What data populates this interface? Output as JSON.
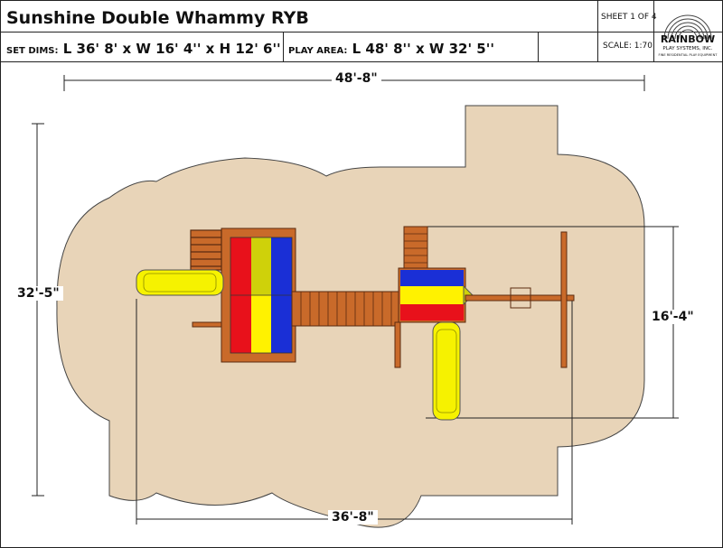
{
  "header": {
    "title": "Sunshine Double Whammy RYB",
    "set_dims_label": "SET DIMS:",
    "set_dims_value": "L 36' 8' x W 16' 4'' x H 12' 6''",
    "play_area_label": "PLAY AREA:",
    "play_area_value": "L 48' 8'' x W 32' 5''",
    "sheet": "SHEET 1 OF 4",
    "scale": "SCALE: 1:70"
  },
  "logo": {
    "name": "RAINBOW",
    "line2": "PLAY SYSTEMS, INC.",
    "line3": "FINE RESIDENTIAL PLAY EQUIPMENT"
  },
  "dimensions": {
    "play_length": "48'-8\"",
    "play_width": "32'-5\"",
    "set_length": "36'-8\"",
    "set_width": "16'-4\""
  },
  "colors": {
    "play_area": "#e8d4b8",
    "red": "#e8111b",
    "yellow": "#fff200",
    "blue": "#1a2fd6",
    "olive": "#cfd10a",
    "wood": "#c96a2a",
    "slide": "#f6f200"
  }
}
